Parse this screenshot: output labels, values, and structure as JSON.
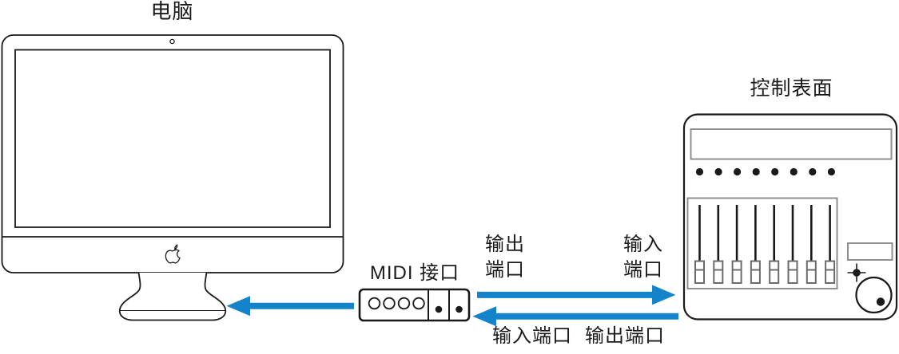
{
  "labels": {
    "computer": "电脑",
    "control_surface": "控制表面",
    "midi_interface": "MIDI 接口",
    "output_port_top": {
      "line1": "输出",
      "line2": "端口"
    },
    "input_port_top": {
      "line1": "输入",
      "line2": "端口"
    },
    "bottom_input_port": "输入端口",
    "bottom_output_port": "输出端口"
  },
  "colors": {
    "arrow_blue": "#1583c9",
    "outline": "#1a1a1a",
    "panel_gray": "#8f8f8f"
  },
  "diagram": {
    "type": "midi-connection-diagram",
    "devices": [
      "电脑",
      "MIDI 接口",
      "控制表面"
    ],
    "arrows": [
      {
        "from": "midi-interface",
        "to": "computer",
        "direction": "left"
      },
      {
        "from": "midi-interface-output-port",
        "to": "control-surface-input-port",
        "direction": "right"
      },
      {
        "from": "control-surface-output-port",
        "to": "midi-interface-input-port",
        "direction": "left"
      }
    ]
  }
}
